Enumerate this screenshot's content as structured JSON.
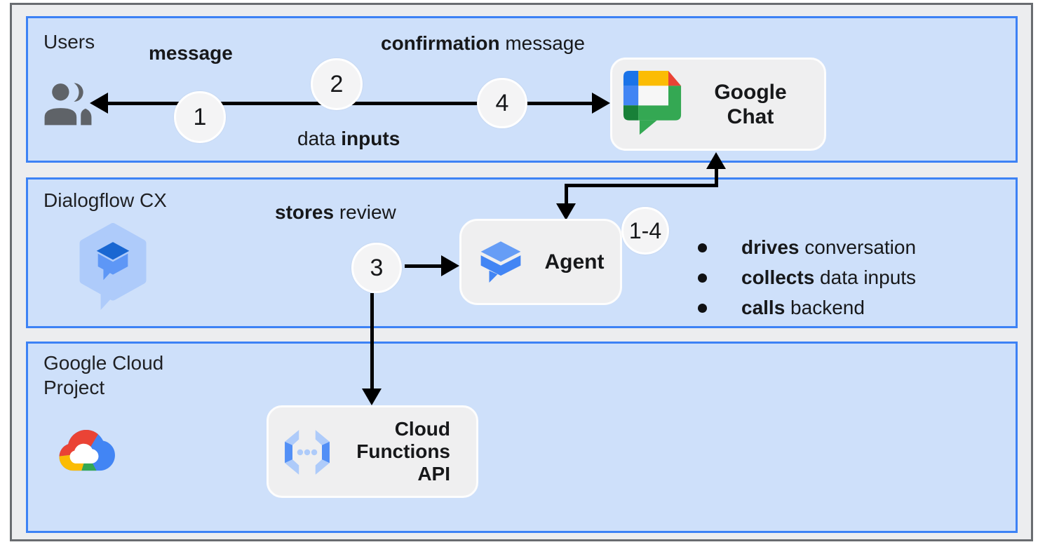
{
  "bands": {
    "users": {
      "label": "Users"
    },
    "dialogflow": {
      "label": "Dialogflow CX"
    },
    "gcp": {
      "label_lines": [
        "Google Cloud",
        "Project"
      ]
    }
  },
  "flow_labels": {
    "message": {
      "bold": "message"
    },
    "confirmation_message": {
      "bold": "confirmation",
      "rest": " message"
    },
    "data_inputs": {
      "lead": "data ",
      "bold": "inputs"
    },
    "stores_review": {
      "bold": "stores",
      "rest": " review"
    }
  },
  "step_markers": {
    "step1": "1",
    "step2": "2",
    "step3": "3",
    "step4": "4",
    "steps_range": "1-4"
  },
  "nodes": {
    "google_chat": {
      "title_lines": [
        "Google",
        "Chat"
      ]
    },
    "agent": {
      "title": "Agent"
    },
    "cloud_functions": {
      "title_lines": [
        "Cloud",
        "Functions",
        "API"
      ]
    }
  },
  "agent_bullets": [
    {
      "bold": "drives",
      "rest": " conversation"
    },
    {
      "bold": "collects",
      "rest": " data inputs"
    },
    {
      "bold": "calls",
      "rest": " backend"
    }
  ],
  "icons": {
    "users": "users-icon",
    "google_chat": "google-chat-icon",
    "dialogflow_cx": "dialogflow-cx-icon",
    "agent": "dialogflow-agent-icon",
    "google_cloud": "google-cloud-icon",
    "cloud_functions": "cloud-functions-icon"
  },
  "colors": {
    "band_fill": "#CEE0FA",
    "band_border": "#3D82F5",
    "frame_border": "#696C70",
    "frame_bg": "#ECEDEF",
    "node_fill": "#EFEFF0",
    "marker_fill": "#F4F4F5",
    "arrow": "#000000",
    "text": "#1F2023",
    "google_blue": "#4285F4",
    "google_red": "#EA4335",
    "google_yellow": "#FBBC04",
    "google_green": "#34A853",
    "dark_green": "#188038",
    "dark_blue": "#1967D2",
    "mid_blue": "#669DF6",
    "light_blue": "#AECBFA",
    "users_gray": "#5F6368"
  }
}
